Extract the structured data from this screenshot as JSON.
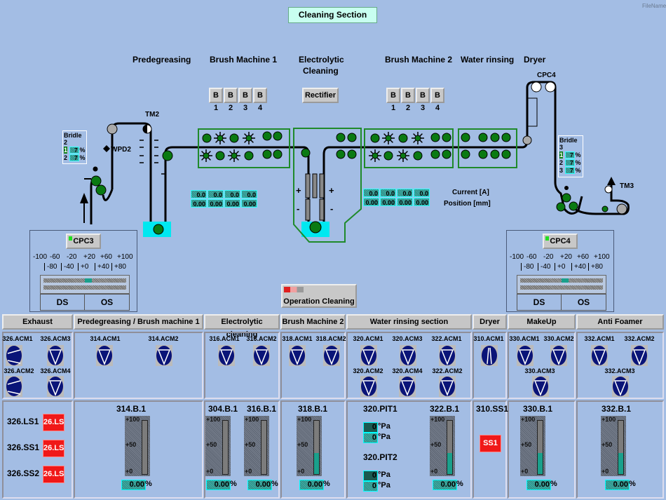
{
  "title": "Cleaning Section",
  "file_name": "FileName",
  "sections": {
    "predegreasing": "Predegreasing",
    "brush1": "Brush Machine 1",
    "electrolytic_1": "Electrolytic",
    "electrolytic_2": "Cleaning",
    "brush2": "Brush Machine 2",
    "water": "Water rinsing",
    "dryer": "Dryer"
  },
  "brush1_buttons": [
    "B 1",
    "B 2",
    "B 3",
    "B 4"
  ],
  "brush2_buttons": [
    "B 1",
    "B 2",
    "B 3",
    "B 4"
  ],
  "rectifier": "Rectifier",
  "labels": {
    "tm2": "TM2",
    "tm3": "TM3",
    "wpd2": "WPD2",
    "cpc4_top": "CPC4",
    "current": "Current [A]",
    "position": "Position [mm]",
    "plus": "+",
    "minus": "-"
  },
  "readouts_brush1": {
    "current": [
      "0.0",
      "0.0",
      "0.0",
      "0.0"
    ],
    "position": [
      "0.00",
      "0.00",
      "0.00",
      "0.00"
    ]
  },
  "readouts_brush2": {
    "current": [
      "0.0",
      "0.0",
      "0.0",
      "0.0"
    ],
    "position": [
      "0.00",
      "0.00",
      "0.00",
      "0.00"
    ]
  },
  "bridle2": {
    "title": "Bridle 2",
    "rows": [
      {
        "n": "1",
        "v": "7",
        "u": "%"
      },
      {
        "n": "2",
        "v": "7",
        "u": "%"
      }
    ]
  },
  "bridle3": {
    "title": "Bridle 3",
    "rows": [
      {
        "n": "1",
        "v": "7",
        "u": "%"
      },
      {
        "n": "2",
        "v": "7",
        "u": "%"
      },
      {
        "n": "3",
        "v": "7",
        "u": "%"
      }
    ]
  },
  "cpc3": {
    "label": "CPC3",
    "top_scale": [
      "-100",
      "-60",
      "-20",
      "+20",
      "+60",
      "+100"
    ],
    "bottom_scale": [
      "-80",
      "-40",
      "+0",
      "+40",
      "+80"
    ],
    "ds": "DS",
    "os": "OS",
    "status_color": "#22dd22"
  },
  "cpc4": {
    "label": "CPC4",
    "top_scale": [
      "-100",
      "-60",
      "-20",
      "+20",
      "+60",
      "+100"
    ],
    "bottom_scale": [
      "-80",
      "-40",
      "+0",
      "+40",
      "+80"
    ],
    "ds": "DS",
    "os": "OS",
    "status_color": "#22dd22"
  },
  "operation_button": "Operation Cleaning",
  "table_headers": [
    "Exhaust",
    "Predegreasing / Brush machine 1",
    "Electrolytic cleaning",
    "Brush Machine 2",
    "Water rinsing section",
    "Dryer",
    "MakeUp",
    "Anti Foamer"
  ],
  "motors": [
    "326.ACM1",
    "326.ACM3",
    "326.ACM2",
    "326.ACM4",
    "314.ACM1",
    "314.ACM2",
    "316.ACM1",
    "316.ACM2",
    "318.ACM1",
    "318.ACM2",
    "320.ACM1",
    "320.ACM3",
    "322.ACM1",
    "320.ACM2",
    "320.ACM4",
    "322.ACM2",
    "310.ACM1",
    "330.ACM1",
    "330.ACM2",
    "330.ACM3",
    "332.ACM1",
    "332.ACM2",
    "332.ACM3"
  ],
  "exhaust_switches": [
    {
      "name": "326.LS1",
      "status": "26.LS"
    },
    {
      "name": "326.SS1",
      "status": "26.LS"
    },
    {
      "name": "326.SS2",
      "status": "26.LS"
    }
  ],
  "gauges": [
    {
      "title": "314.B.1",
      "value": "0.00",
      "unit": "%",
      "level": 0
    },
    {
      "title": "304.B.1",
      "value": "0.00",
      "unit": "%",
      "level": 0
    },
    {
      "title": "316.B.1",
      "value": "0.00",
      "unit": " %",
      "level": 0
    },
    {
      "title": "318.B.1",
      "value": "0.00",
      "unit": " %",
      "level": 0.4
    },
    {
      "title": "322.B.1",
      "value": "0.00",
      "unit": "%",
      "level": 0.4
    },
    {
      "title": "330.B.1",
      "value": "0.00",
      "unit": "%",
      "level": 0.4
    },
    {
      "title": "332.B.1",
      "value": "0.00",
      "unit": "%",
      "level": 0.4
    }
  ],
  "gauge_scale": [
    "+100",
    "+50",
    "+0"
  ],
  "pit1": {
    "title": "320.PIT1",
    "values": [
      "0",
      "0"
    ],
    "unit": "°Pa"
  },
  "pit2": {
    "title": "320.PIT2",
    "values": [
      "0",
      "0"
    ],
    "unit": "°Pa"
  },
  "dryer_switch": {
    "title": "310.SS1",
    "status": "SS1"
  },
  "colors": {
    "background": "#a3bde4",
    "alarm": "#f01818",
    "roll": "#0a7a12",
    "motor": "#0a1478",
    "title_bg": "#c8fff0"
  }
}
